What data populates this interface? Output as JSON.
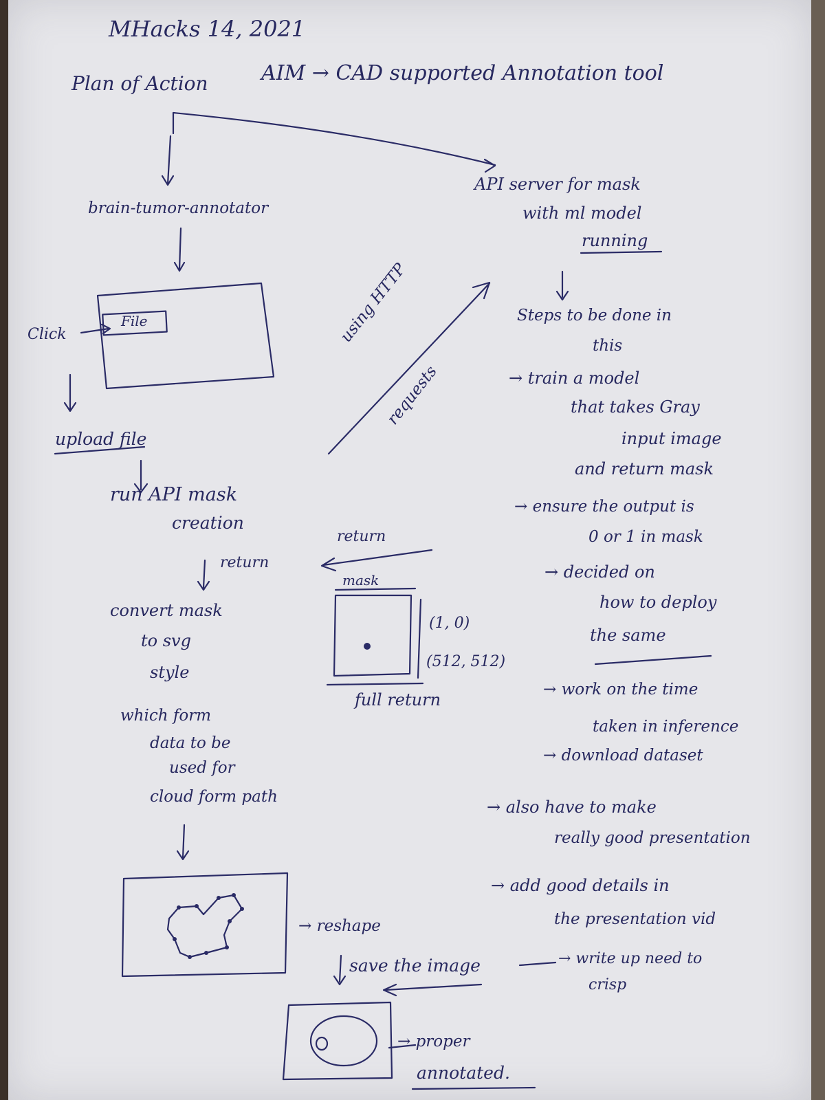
{
  "header": {
    "title": "MHacks 14, 2021",
    "plan": "Plan of Action",
    "aim": "AIM → CAD supported Annotation tool"
  },
  "left_flow": {
    "app": "brain-tumor-annotator",
    "click": "Click",
    "file_button": "File",
    "upload": "upload file",
    "run_1": "run  API mask",
    "run_2": "creation",
    "return": "return",
    "convert_1": "convert mask",
    "convert_2": "to svg",
    "convert_3": "style",
    "convert_4": "which form",
    "convert_5": "data to be",
    "convert_6": "used for",
    "convert_7": "cloud form path",
    "reshape": "→ reshape",
    "save": "save the image",
    "proper_1": "→ proper",
    "proper_2": "annotated."
  },
  "middle": {
    "using_1": "using HTTP",
    "using_2": "requests",
    "return_label": "return",
    "mask_label": "mask",
    "coord_1": "(1, 0)",
    "coord_2": "(512, 512)",
    "full_return": "full return"
  },
  "right_flow": {
    "api_1": "API server for mask",
    "api_2": "with ml model",
    "api_3": "running",
    "steps_1": "Steps to be done in",
    "steps_2": "this",
    "s1_1": "→ train a model",
    "s1_2": "that takes Gray",
    "s1_3": "input image",
    "s1_4": "and return mask",
    "s2_1": "→ ensure the output is",
    "s2_2": "0 or 1 in mask",
    "s3_1": "→ decided on",
    "s3_2": "how to deploy",
    "s3_3": "the same",
    "s4_1": "→ work on the time",
    "s4_2": "taken in inference",
    "s5_1": "→ download dataset",
    "s6_1": "→ also have to make",
    "s6_2": "really good presentation",
    "s7_1": "→ add good details in",
    "s7_2": "the presentation vid",
    "s8_1": "→ write up need to",
    "s8_2": "crisp"
  }
}
